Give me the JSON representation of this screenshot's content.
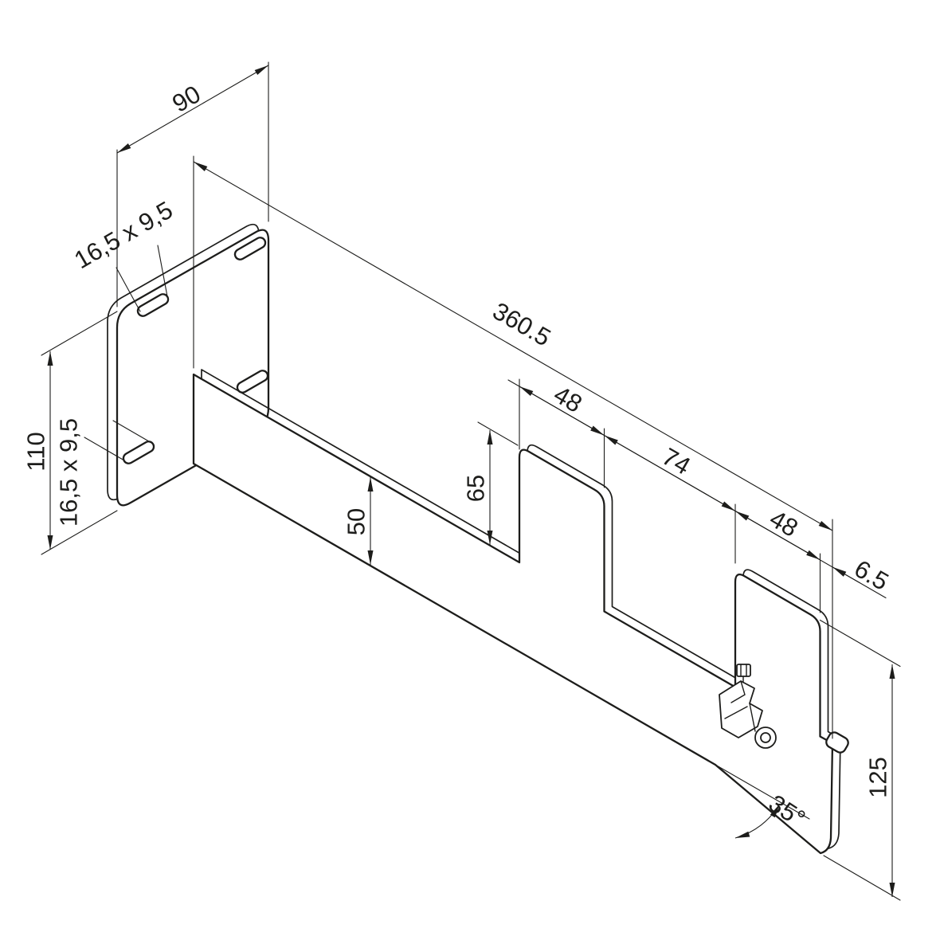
{
  "drawing": {
    "background": "#ffffff",
    "line_color": "#1d1d1b",
    "view": "isometric technical drawing of wall bracket",
    "labels": {
      "plate_width": "90",
      "overall_length": "360.5",
      "plate_height": "110",
      "slot_size_top": "16,5 x 9,5",
      "slot_size_side": "16,5 x 9,5",
      "hook_height": "65",
      "arm_height": "50",
      "hook1_width": "48",
      "hook_gap": "74",
      "hook2_width": "48",
      "end_offset": "6.5",
      "end_height": "125",
      "cut_angle": "35°"
    }
  }
}
